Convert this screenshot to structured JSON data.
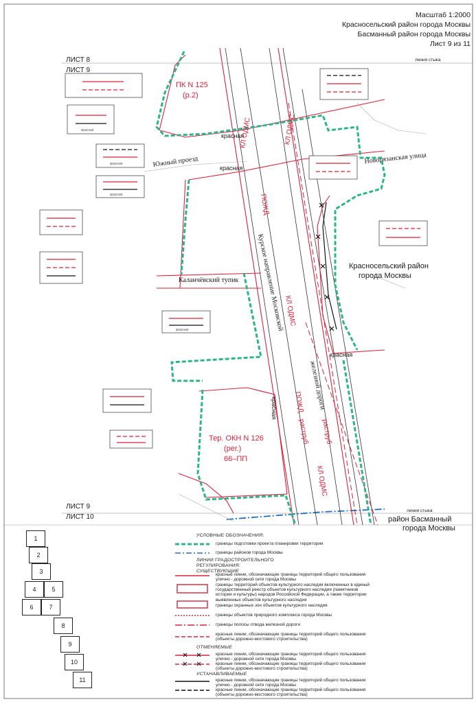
{
  "header": {
    "scale": "Масштаб 1:2000",
    "district_1": "Красносельский район города Москвы",
    "district_2": "Басманный район города Москвы",
    "sheet": "Лист 9 из 11"
  },
  "sheet_marks": {
    "top_1": "ЛИСТ 8",
    "top_2": "ЛИСТ 9",
    "bottom_1": "ЛИСТ 9",
    "bottom_2": "ЛИСТ 10",
    "junction_top": "линия стыка",
    "junction_bottom": "линия стыка"
  },
  "map_labels": {
    "pk": "ПК N 125",
    "pk_sub": "(р.2)",
    "yuzhny": "Южный проезд",
    "novoryazanskaya": "Новорязанская улица",
    "kalanchevsky": "Каланчёвский тупик",
    "kursk_line": "Курское направление Московской",
    "zhd": "железной дороги",
    "krasnoselsky_1": "Красносельский район",
    "krasnoselsky_2": "города Москвы",
    "basmanny_1": "район Басманный",
    "basmanny_2": "города Москвы",
    "okn_1": "Тер. ОКН N 126",
    "okn_2": "(рег.)",
    "okn_3": "66–ПП",
    "red_word": "красная",
    "kl_odms": "КЛ ОДМС",
    "pozhd": "ПОЖД",
    "rastrub": "раструб",
    "kl_oldms": "КЛ ОДМС"
  },
  "sheet_index": [
    "1",
    "2",
    "3",
    "4",
    "5",
    "6",
    "7",
    "8",
    "9",
    "10",
    "11"
  ],
  "legend": {
    "title": "УСЛОВНЫЕ ОБОЗНАЧЕНИЯ:",
    "planning": "границы подготовки проекта планировки территории",
    "districts": "границы районов города Москвы",
    "regulation_1": "ЛИНИИ ГРАДОСТРОИТЕЛЬНОГО",
    "regulation_2": "РЕГУЛИРОВАНИЯ:",
    "existing": "СУЩЕСТВУЮЩИЕ",
    "red_lines": "красные линии, обозначающие границы территорий общего пользования улично - дорожной сети города Москвы",
    "heritage": "границы территорий объектов культурного наследия включенных в единый государственный реестр объектов культурного наследия (памятников истории и культуры) народов Российской Федерации, а также территории выявленных объектов культурного наследия",
    "protected": "границы охранных зон объектов культурного наследия",
    "natural": "границы объектов природного комплекса города Москвы",
    "railway": "границы полосы отвода железной дороги",
    "road_bridge": "красные линии, обозначающие границы территорий общего пользования (объекты дорожно-мостового строительства)",
    "cancelled": "ОТМЕНЯЕМЫЕ",
    "cancel_1": "красные линии, обозначающие границы территорий общего пользования улично - дорожной сети города Москвы",
    "cancel_2": "красные линии, обозначающие границы территорий общего пользования (объекты дорожно-мостового строительства)",
    "established": "УСТАНАВЛИВАЕМЫЕ",
    "est_1": "красные линии, обозначающие границы территорий общего пользования улично - дорожной сети города Москвы",
    "est_2": "красные линии, обозначающие границы территорий общего пользования (объекты дорожно-мостового строительства)"
  },
  "tiny_label": "красная",
  "colors": {
    "red": "#d6233a",
    "green": "#2fb38a",
    "blue": "#1f6fc0",
    "frame": "#333333"
  }
}
